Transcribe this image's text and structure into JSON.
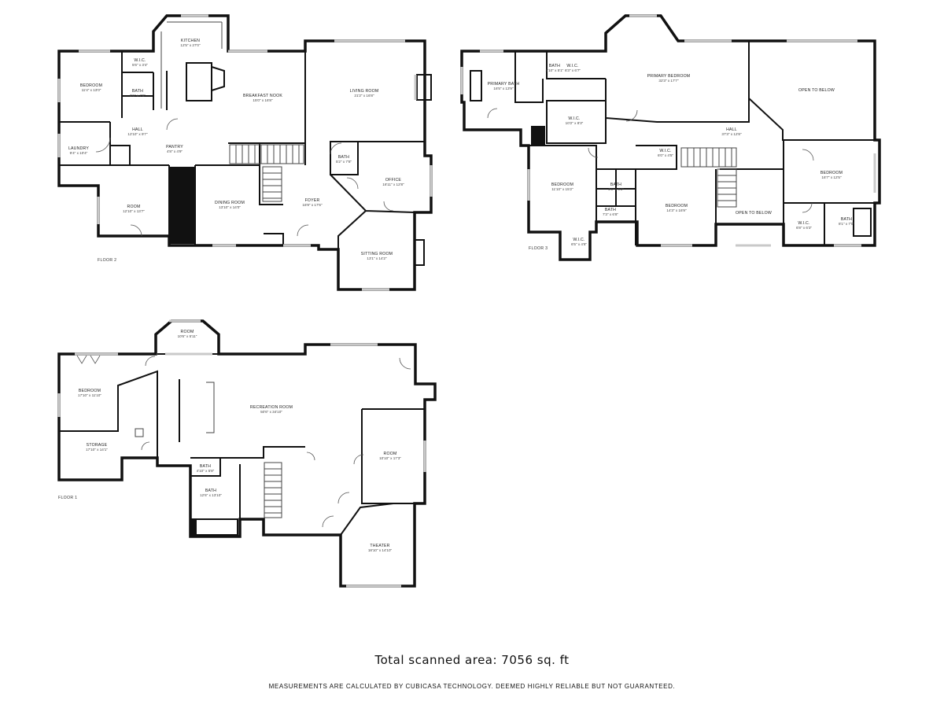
{
  "floors": [
    {
      "id": "floor2",
      "label": "FLOOR 2",
      "rooms": [
        {
          "name": "KITCHEN",
          "dims": "12'5\" x 27'0\""
        },
        {
          "name": "W.I.C.",
          "dims": "5'6\" x 3'4\""
        },
        {
          "name": "BEDROOM",
          "dims": "11'4\" x 13'0\""
        },
        {
          "name": "BATH",
          "dims": "8'6\" x 7'8\""
        },
        {
          "name": "BREAKFAST NOOK",
          "dims": "15'0\" x 16'8\""
        },
        {
          "name": "LIVING ROOM",
          "dims": "21'2\" x 16'8\""
        },
        {
          "name": "HALL",
          "dims": "12'10\" x 9'7\""
        },
        {
          "name": "LAUNDRY",
          "dims": "9'4\" x 10'4\""
        },
        {
          "name": "PANTRY",
          "dims": "4'8\" x 4'9\""
        },
        {
          "name": "BATH",
          "dims": "5'2\" x 7'8\""
        },
        {
          "name": "OFFICE",
          "dims": "16'11\" x 12'8\""
        },
        {
          "name": "ROOM",
          "dims": "12'10\" x 13'7\""
        },
        {
          "name": "DINING ROOM",
          "dims": "13'10\" x 14'0\""
        },
        {
          "name": "FOYER",
          "dims": "16'9\" x 17'6\""
        },
        {
          "name": "SITTING ROOM",
          "dims": "13'1\" x 14'2\""
        }
      ]
    },
    {
      "id": "floor3",
      "label": "FLOOR 3",
      "rooms": [
        {
          "name": "BATH",
          "dims": "4'10\" x 5'1\""
        },
        {
          "name": "W.I.C.",
          "dims": "6'3\" x 6'7\""
        },
        {
          "name": "PRIMARY BEDROOM",
          "dims": "32'3\" x 17'7\""
        },
        {
          "name": "OPEN TO BELOW",
          "dims": ""
        },
        {
          "name": "PRIMARY BATH",
          "dims": "16'5\" x 13'9\""
        },
        {
          "name": "W.I.C.",
          "dims": "10'2\" x 8'3\""
        },
        {
          "name": "HALL",
          "dims": "37'3\" x 12'8\""
        },
        {
          "name": "W.I.C.",
          "dims": "6'0\" x 4'5\""
        },
        {
          "name": "BEDROOM",
          "dims": "16'7\" x 12'5\""
        },
        {
          "name": "BEDROOM",
          "dims": "11'10\" x 15'2\""
        },
        {
          "name": "BATH",
          "dims": "4'5\" x 6'2\""
        },
        {
          "name": "BATH",
          "dims": "7'3\" x 6'8\""
        },
        {
          "name": "BEDROOM",
          "dims": "14'3\" x 16'9\""
        },
        {
          "name": "OPEN TO BELOW",
          "dims": ""
        },
        {
          "name": "W.I.C.",
          "dims": "6'8\" x 6'3\""
        },
        {
          "name": "BATH",
          "dims": "8'1\" x 7'0\""
        },
        {
          "name": "W.I.C.",
          "dims": "6'5\" x 4'8\""
        }
      ]
    },
    {
      "id": "floor1",
      "label": "FLOOR 1",
      "rooms": [
        {
          "name": "ROOM",
          "dims": "10'6\" x 5'11\""
        },
        {
          "name": "BEDROOM",
          "dims": "17'10\" x 11'10\""
        },
        {
          "name": "RECREATION ROOM",
          "dims": "50'6\" x 34'10\""
        },
        {
          "name": "STORAGE",
          "dims": "17'10\" x 14'1\""
        },
        {
          "name": "BATH",
          "dims": "4'10\" x 5'8\""
        },
        {
          "name": "ROOM",
          "dims": "10'10\" x 17'3\""
        },
        {
          "name": "BATH",
          "dims": "12'6\" x 13'10\""
        },
        {
          "name": "THEATER",
          "dims": "18'10\" x 14'10\""
        }
      ]
    }
  ],
  "summary": {
    "total_area": "Total scanned area: 7056 sq. ft",
    "disclaimer": "MEASUREMENTS ARE CALCULATED BY CUBICASA TECHNOLOGY. DEEMED HIGHLY RELIABLE BUT NOT GUARANTEED."
  }
}
